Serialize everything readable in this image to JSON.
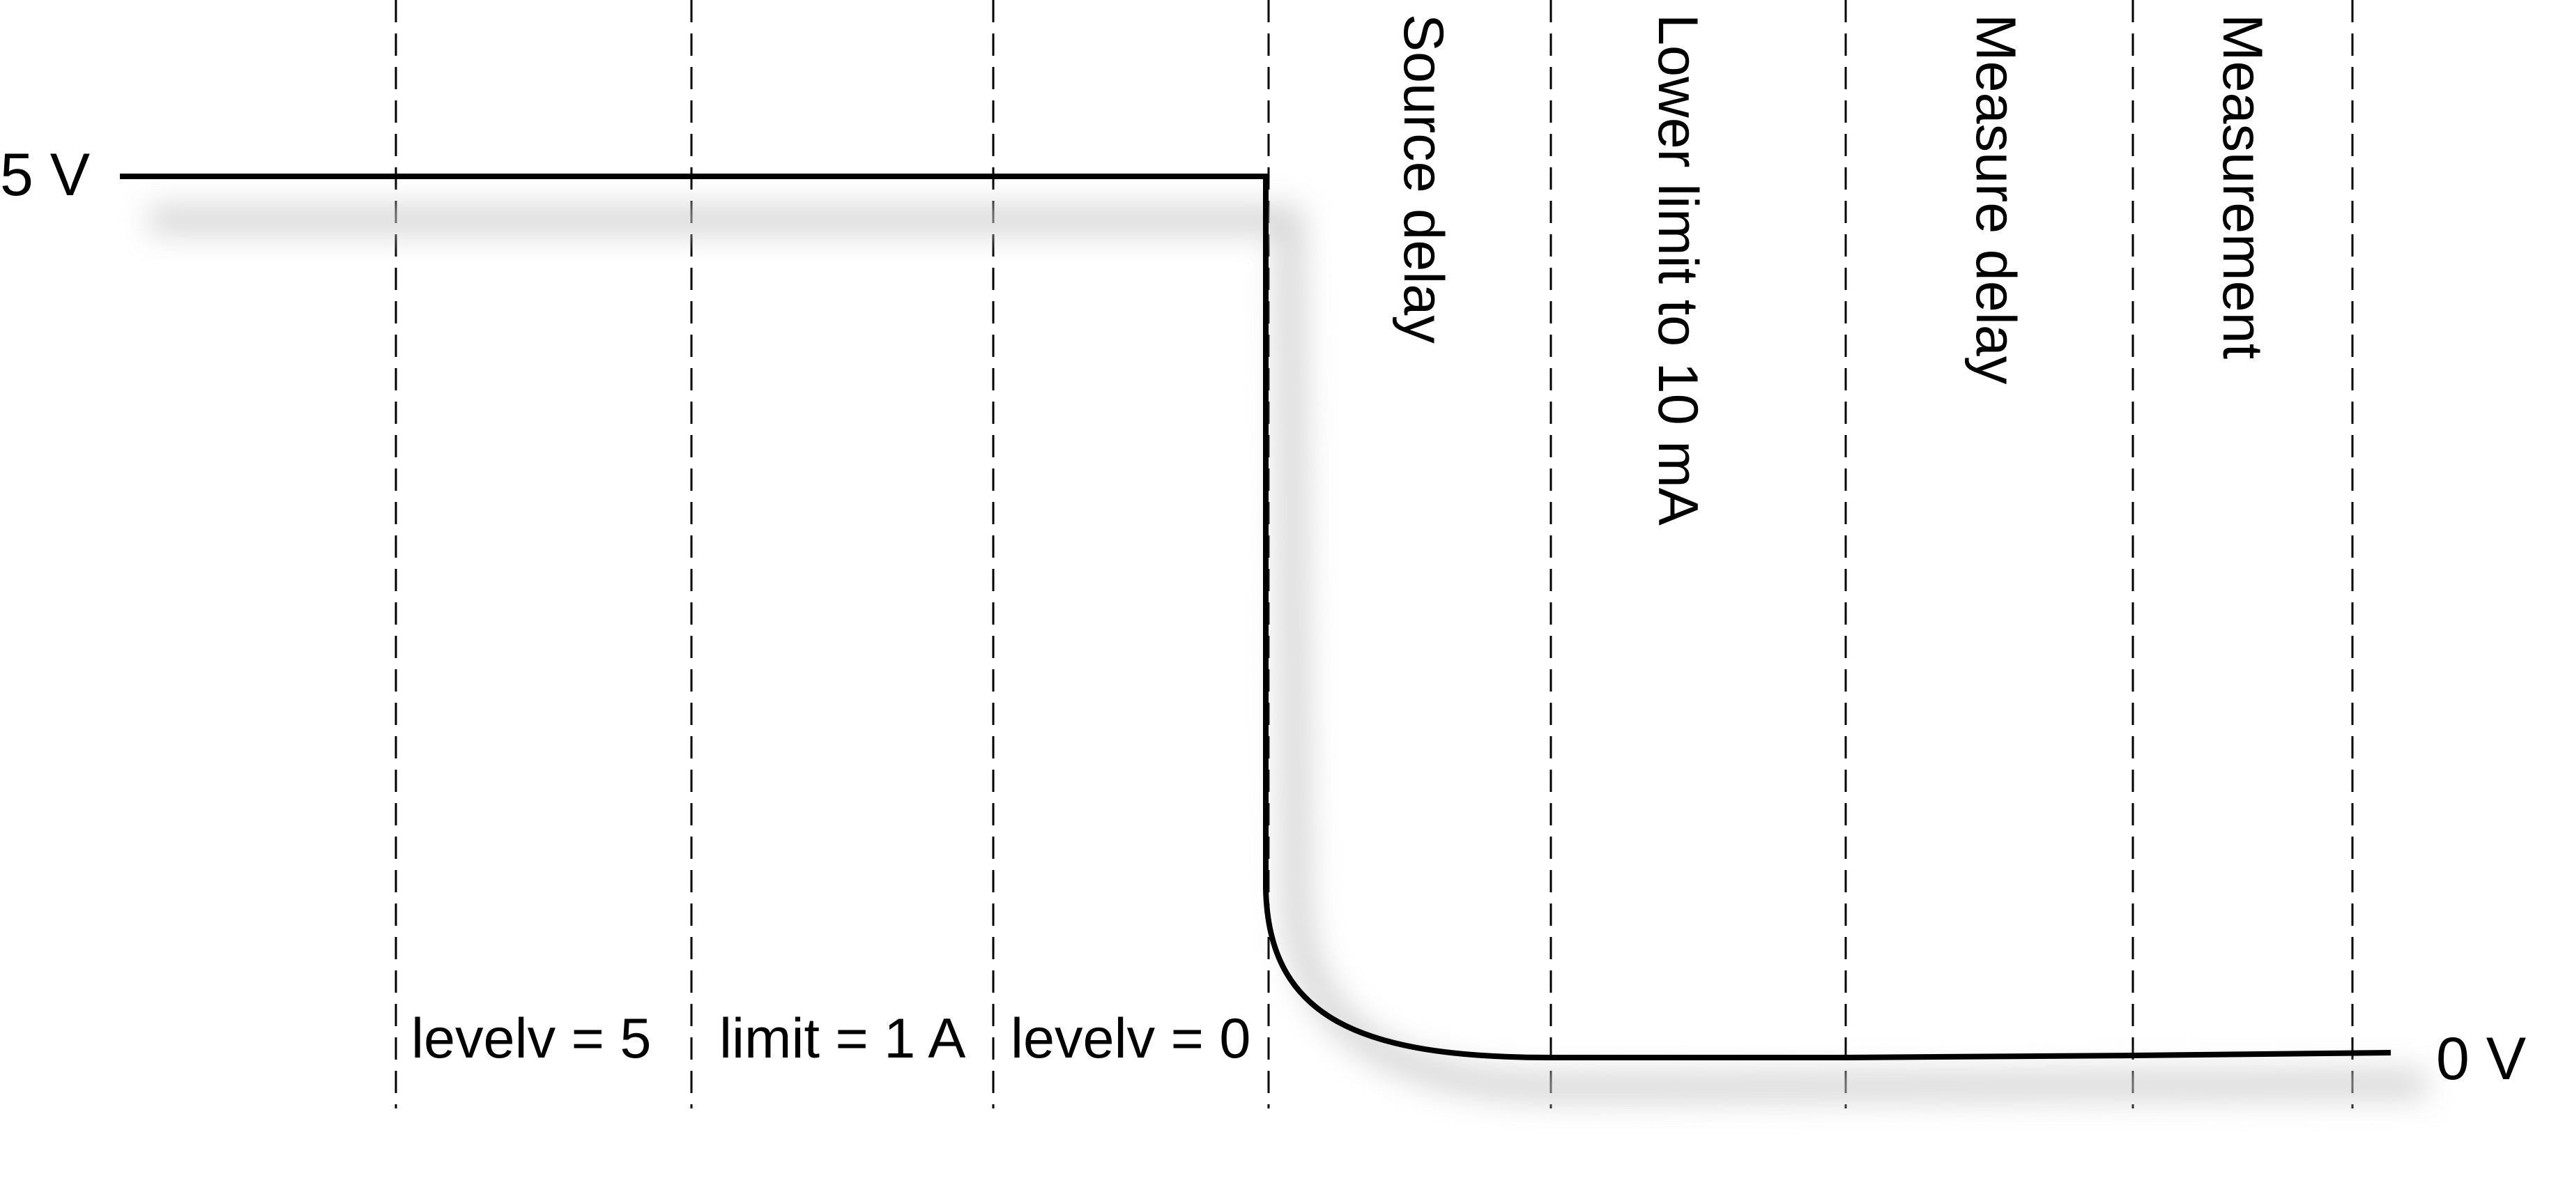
{
  "diagram": {
    "levels": {
      "high": "5 V",
      "low": "0  V"
    },
    "phase_labels": [
      "levelv = 5",
      "limit = 1 A",
      "levelv = 0"
    ],
    "event_labels": [
      "Source delay",
      "Lower limit to 10 mA",
      "Measure delay",
      "Measurement"
    ]
  }
}
